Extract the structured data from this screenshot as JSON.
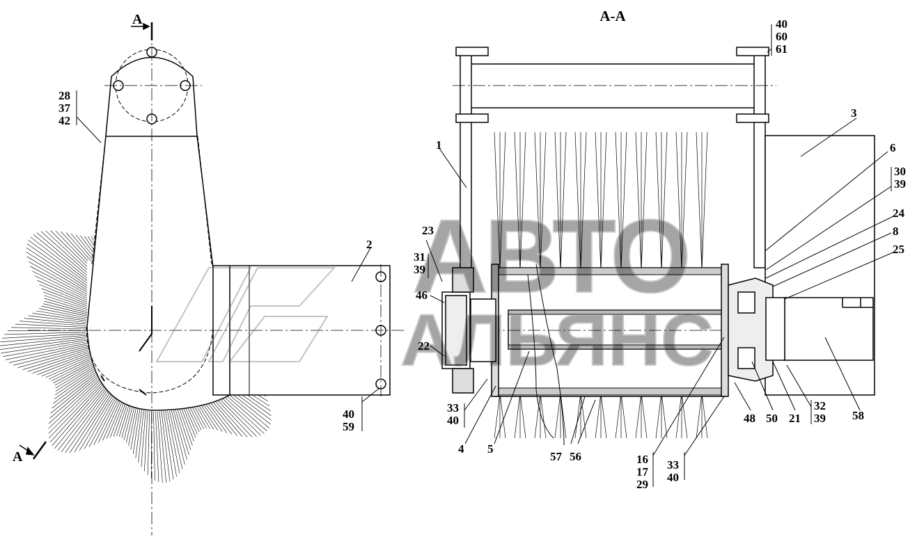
{
  "title": "А-А",
  "section_marks": {
    "top": "А",
    "bottom": "А"
  },
  "watermark": {
    "line1": "АВТО",
    "line2": "АЛЬЯНС"
  },
  "callouts": {
    "c28_37_42": [
      "28",
      "37",
      "42"
    ],
    "c40_60_61": [
      "40",
      "60",
      "61"
    ],
    "c1": "1",
    "c2": "2",
    "c3": "3",
    "c4": "4",
    "c5": "5",
    "c6": "6",
    "c8": "8",
    "c21": "21",
    "c22": "22",
    "c23": "23",
    "c24": "24",
    "c25": "25",
    "c46": "46",
    "c48": "48",
    "c50": "50",
    "c56": "56",
    "c57": "57",
    "c58": "58",
    "c30_39": [
      "30",
      "39"
    ],
    "c31_39": [
      "31",
      "39"
    ],
    "c32_39": [
      "32",
      "39"
    ],
    "c33_40_left": [
      "33",
      "40"
    ],
    "c33_40_right": [
      "33",
      "40"
    ],
    "c40_59": [
      "40",
      "59"
    ],
    "c16_17_29": [
      "16",
      "17",
      "29"
    ]
  }
}
